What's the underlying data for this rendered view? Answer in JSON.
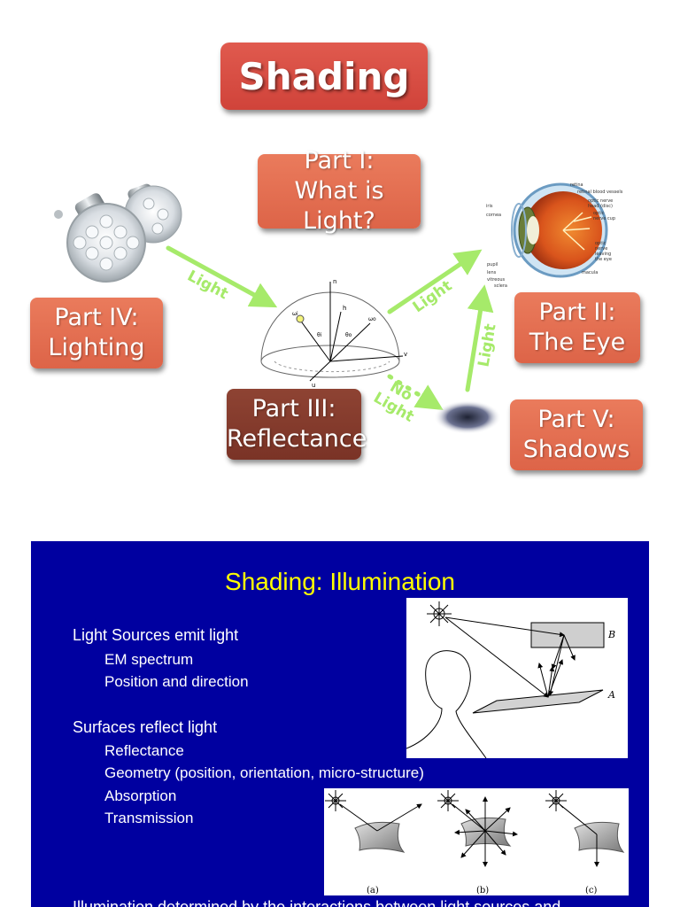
{
  "slide1": {
    "title": "Shading",
    "parts": {
      "p1_line1": "Part I:",
      "p1_line2": "What is Light?",
      "p2_line1": "Part II:",
      "p2_line2": "The Eye",
      "p3_line1": "Part III:",
      "p3_line2": "Reflectance",
      "p4_line1": "Part IV:",
      "p4_line2": "Lighting",
      "p5_line1": "Part V:",
      "p5_line2": "Shadows"
    },
    "arrows": {
      "light_label": "Light",
      "no_label": "No",
      "accent_color": "#a6ea6a"
    },
    "eye_labels": [
      "retina",
      "retinal blood vessels",
      "optic nerve head (disc)",
      "optic nerve cup",
      "optic nerve leaving the eye",
      "iris",
      "cornea",
      "pupil",
      "lens",
      "vitreous",
      "sclera",
      "macula"
    ],
    "diagram_labels": [
      "n",
      "h",
      "u",
      "v",
      "θo",
      "θi",
      "ωi",
      "ωo"
    ]
  },
  "slide2": {
    "title": "Shading: Illumination",
    "bullets": [
      "Light Sources emit light",
      "EM spectrum",
      "Position and direction",
      "Surfaces reflect light",
      "Reflectance",
      "Geometry (position, orientation, micro-structure)",
      "Absorption",
      "Transmission",
      "Illumination determined by the interactions between light sources and"
    ],
    "fig1_labels": [
      "B",
      "A"
    ],
    "fig2_labels": [
      "(a)",
      "(b)",
      "(c)"
    ],
    "title_color": "#ffff00",
    "bg_color": "#0000a0"
  }
}
